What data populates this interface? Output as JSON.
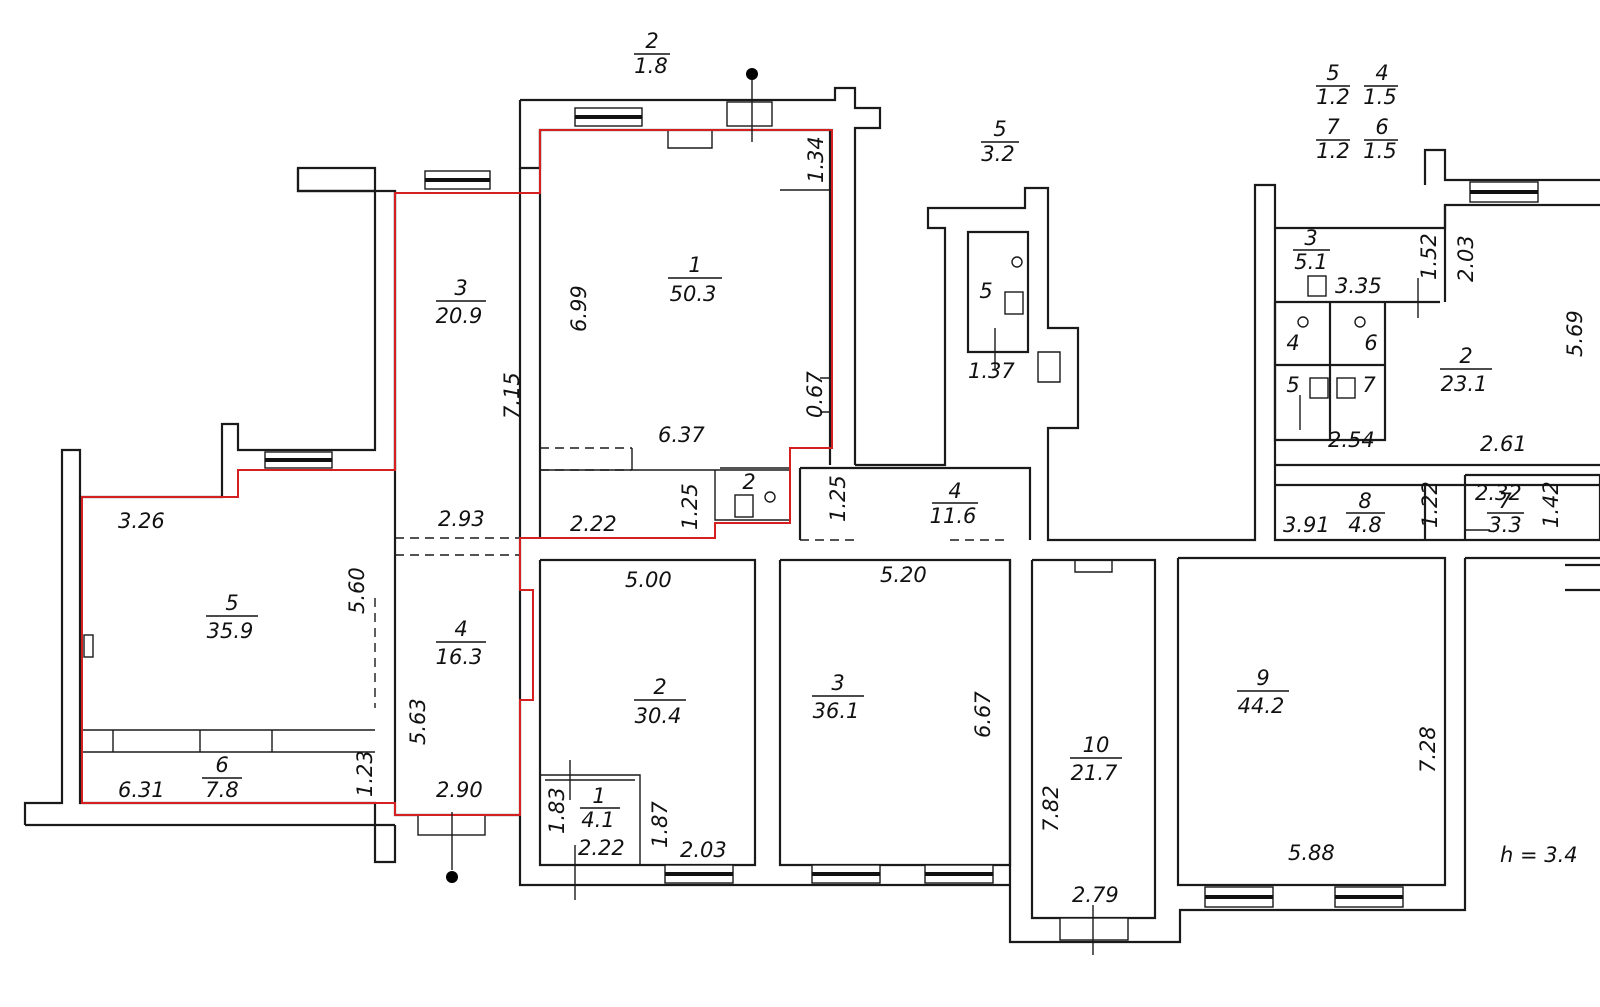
{
  "plan": {
    "height_note": "h = 3.4",
    "rooms": [
      {
        "id": "r-1",
        "number": "1",
        "area": "50.3"
      },
      {
        "id": "r-3",
        "number": "3",
        "area": "20.9"
      },
      {
        "id": "r-5",
        "number": "5",
        "area": "35.9"
      },
      {
        "id": "r-4",
        "number": "4",
        "area": "16.3"
      },
      {
        "id": "r-6",
        "number": "6",
        "area": "7.8"
      },
      {
        "id": "r-2b",
        "number": "2",
        "area": "30.4"
      },
      {
        "id": "r-1s",
        "number": "1",
        "area": "4.1"
      },
      {
        "id": "r-3m",
        "number": "3",
        "area": "36.1"
      },
      {
        "id": "r-4m",
        "number": "4",
        "area": "11.6"
      },
      {
        "id": "r-10",
        "number": "10",
        "area": "21.7"
      },
      {
        "id": "r-9",
        "number": "9",
        "area": "44.2"
      },
      {
        "id": "r-2r",
        "number": "2",
        "area": "23.1"
      },
      {
        "id": "r-3r",
        "number": "3",
        "area": "5.1"
      },
      {
        "id": "r-8",
        "number": "8",
        "area": "4.8"
      },
      {
        "id": "r-7r",
        "number": "7",
        "area": "3.3"
      },
      {
        "id": "o-2",
        "number": "2",
        "area": "1.8"
      },
      {
        "id": "o-5",
        "number": "5",
        "area": "3.2"
      },
      {
        "id": "o-5b",
        "number": "5",
        "area": "1.2"
      },
      {
        "id": "o-4b",
        "number": "4",
        "area": "1.5"
      },
      {
        "id": "o-7b",
        "number": "7",
        "area": "1.2"
      },
      {
        "id": "o-6b",
        "number": "6",
        "area": "1.5"
      }
    ],
    "labels": [
      {
        "id": "l-2wc",
        "text": "2"
      },
      {
        "id": "l-5wc",
        "text": "5"
      },
      {
        "id": "l-4wc",
        "text": "4"
      },
      {
        "id": "l-6wc",
        "text": "6"
      },
      {
        "id": "l-5wc2",
        "text": "5"
      },
      {
        "id": "l-7wc",
        "text": "7"
      }
    ],
    "dimensions": [
      {
        "id": "d-134",
        "text": "1.34"
      },
      {
        "id": "d-699",
        "text": "6.99"
      },
      {
        "id": "d-715",
        "text": "7.15"
      },
      {
        "id": "d-067",
        "text": "0.67"
      },
      {
        "id": "d-637",
        "text": "6.37"
      },
      {
        "id": "d-125a",
        "text": "1.25"
      },
      {
        "id": "d-222a",
        "text": "2.22"
      },
      {
        "id": "d-293",
        "text": "2.93"
      },
      {
        "id": "d-326",
        "text": "3.26"
      },
      {
        "id": "d-560",
        "text": "5.60"
      },
      {
        "id": "d-563",
        "text": "5.63"
      },
      {
        "id": "d-631",
        "text": "6.31"
      },
      {
        "id": "d-123",
        "text": "1.23"
      },
      {
        "id": "d-290",
        "text": "2.90"
      },
      {
        "id": "d-500",
        "text": "5.00"
      },
      {
        "id": "d-183",
        "text": "1.83"
      },
      {
        "id": "d-222b",
        "text": "2.22"
      },
      {
        "id": "d-187",
        "text": "1.87"
      },
      {
        "id": "d-203a",
        "text": "2.03"
      },
      {
        "id": "d-125b",
        "text": "1.25"
      },
      {
        "id": "d-520",
        "text": "5.20"
      },
      {
        "id": "d-667",
        "text": "6.67"
      },
      {
        "id": "d-137",
        "text": "1.37"
      },
      {
        "id": "d-782",
        "text": "7.82"
      },
      {
        "id": "d-279",
        "text": "2.79"
      },
      {
        "id": "d-728",
        "text": "7.28"
      },
      {
        "id": "d-588",
        "text": "5.88"
      },
      {
        "id": "d-335",
        "text": "3.35"
      },
      {
        "id": "d-152",
        "text": "1.52"
      },
      {
        "id": "d-203b",
        "text": "2.03"
      },
      {
        "id": "d-569",
        "text": "5.69"
      },
      {
        "id": "d-254",
        "text": "2.54"
      },
      {
        "id": "d-261",
        "text": "2.61"
      },
      {
        "id": "d-391",
        "text": "3.91"
      },
      {
        "id": "d-122",
        "text": "1.22"
      },
      {
        "id": "d-232",
        "text": "2.32"
      },
      {
        "id": "d-142",
        "text": "1.42"
      }
    ]
  }
}
